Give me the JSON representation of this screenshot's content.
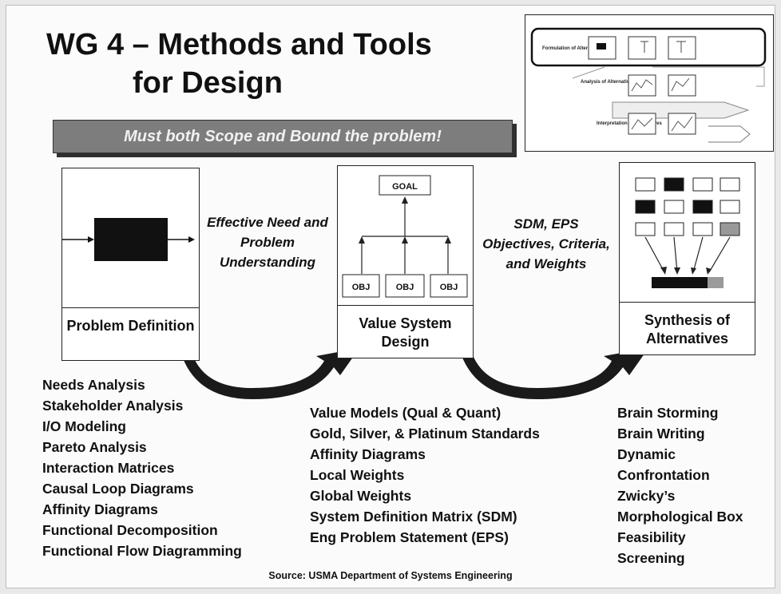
{
  "title": {
    "line1": "WG 4 – Methods and Tools",
    "line2": "for Design"
  },
  "banner": "Must both Scope and Bound the problem!",
  "thumbnail": {
    "labels": [
      "Formulation of Alternatives",
      "Analysis of Alternatives",
      "Interpretation of Alternatives"
    ]
  },
  "stages": {
    "problem": "Problem Definition",
    "value": "Value System Design",
    "synthesis": "Synthesis of Alternatives"
  },
  "arrow_labels": {
    "first": "Effective Need and Problem Understanding",
    "second": "SDM, EPS Objectives, Criteria, and Weights"
  },
  "value_diagram": {
    "goal": "GOAL",
    "objectives": [
      "OBJ",
      "OBJ",
      "OBJ"
    ]
  },
  "lists": {
    "problem": [
      "Needs Analysis",
      "Stakeholder Analysis",
      "I/O Modeling",
      "Pareto Analysis",
      "Interaction Matrices",
      "Causal Loop Diagrams",
      "Affinity Diagrams",
      "Functional Decomposition",
      "Functional Flow Diagramming"
    ],
    "value": [
      "Value Models (Qual & Quant)",
      "Gold, Silver, & Platinum Standards",
      "Affinity Diagrams",
      "Local Weights",
      "Global Weights",
      "System Definition Matrix (SDM)",
      "Eng Problem Statement (EPS)"
    ],
    "synthesis": [
      "Brain Storming",
      "Brain Writing",
      "Dynamic",
      "Confrontation",
      "Zwicky’s",
      "Morphological Box",
      "Feasibility",
      "Screening"
    ]
  },
  "source": "Source: USMA Department of Systems Engineering"
}
